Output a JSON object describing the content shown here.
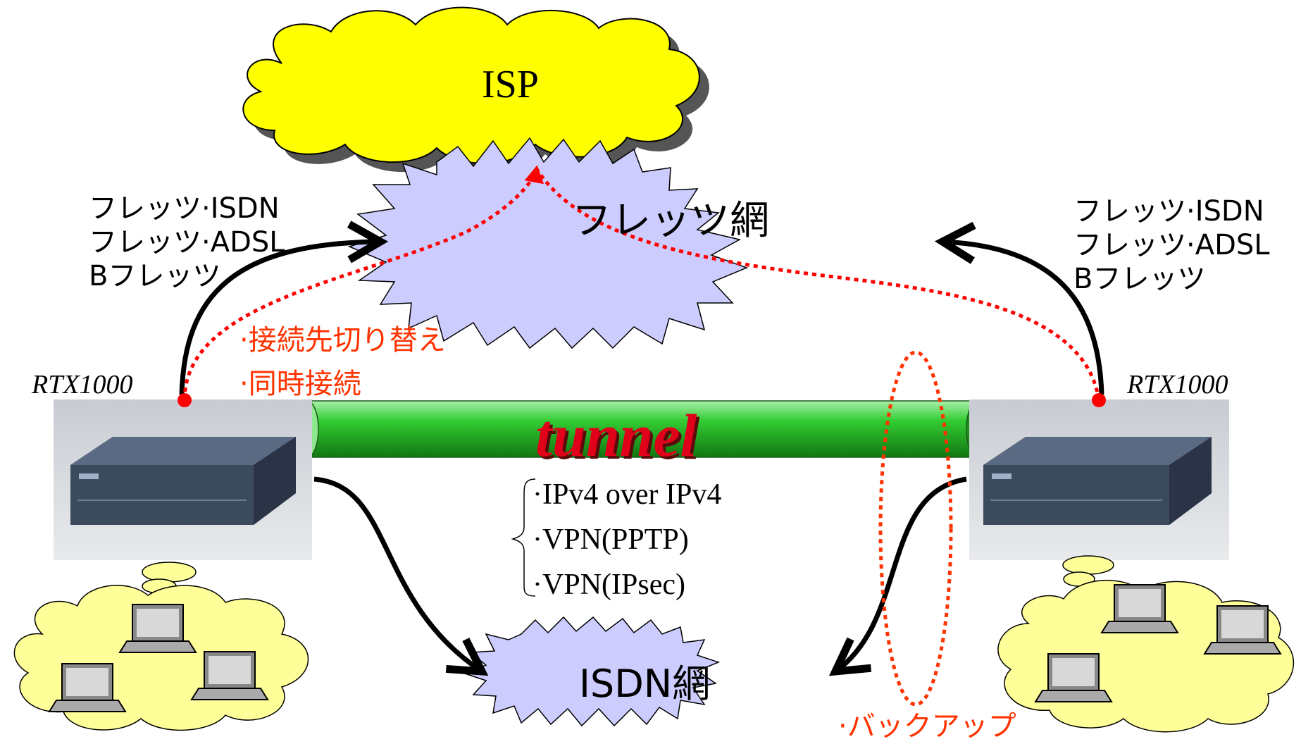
{
  "diagram": {
    "isp": {
      "label": "ISP",
      "fill": "#ffff00"
    },
    "flets_net": {
      "label": "フレッツ網",
      "fill": "#ccccff"
    },
    "isdn_net": {
      "label": "ISDN網",
      "fill": "#ccccff"
    },
    "tunnel": {
      "label": "tunnel",
      "fill": "#33cc33"
    },
    "router_left": {
      "label": "RTX1000"
    },
    "router_right": {
      "label": "RTX1000"
    },
    "services_left": [
      "フレッツ·ISDN",
      "フレッツ·ADSL",
      "Bフレッツ"
    ],
    "services_right": [
      "フレッツ·ISDN",
      "フレッツ·ADSL",
      "Bフレッツ"
    ],
    "features_left": [
      "接続先切り替え",
      "同時接続"
    ],
    "tunnel_types": [
      "IPv4 over IPv4",
      "VPN(PPTP)",
      "VPN(IPsec)"
    ],
    "backup": "バックアップ",
    "accent_color": "#ff3300"
  }
}
